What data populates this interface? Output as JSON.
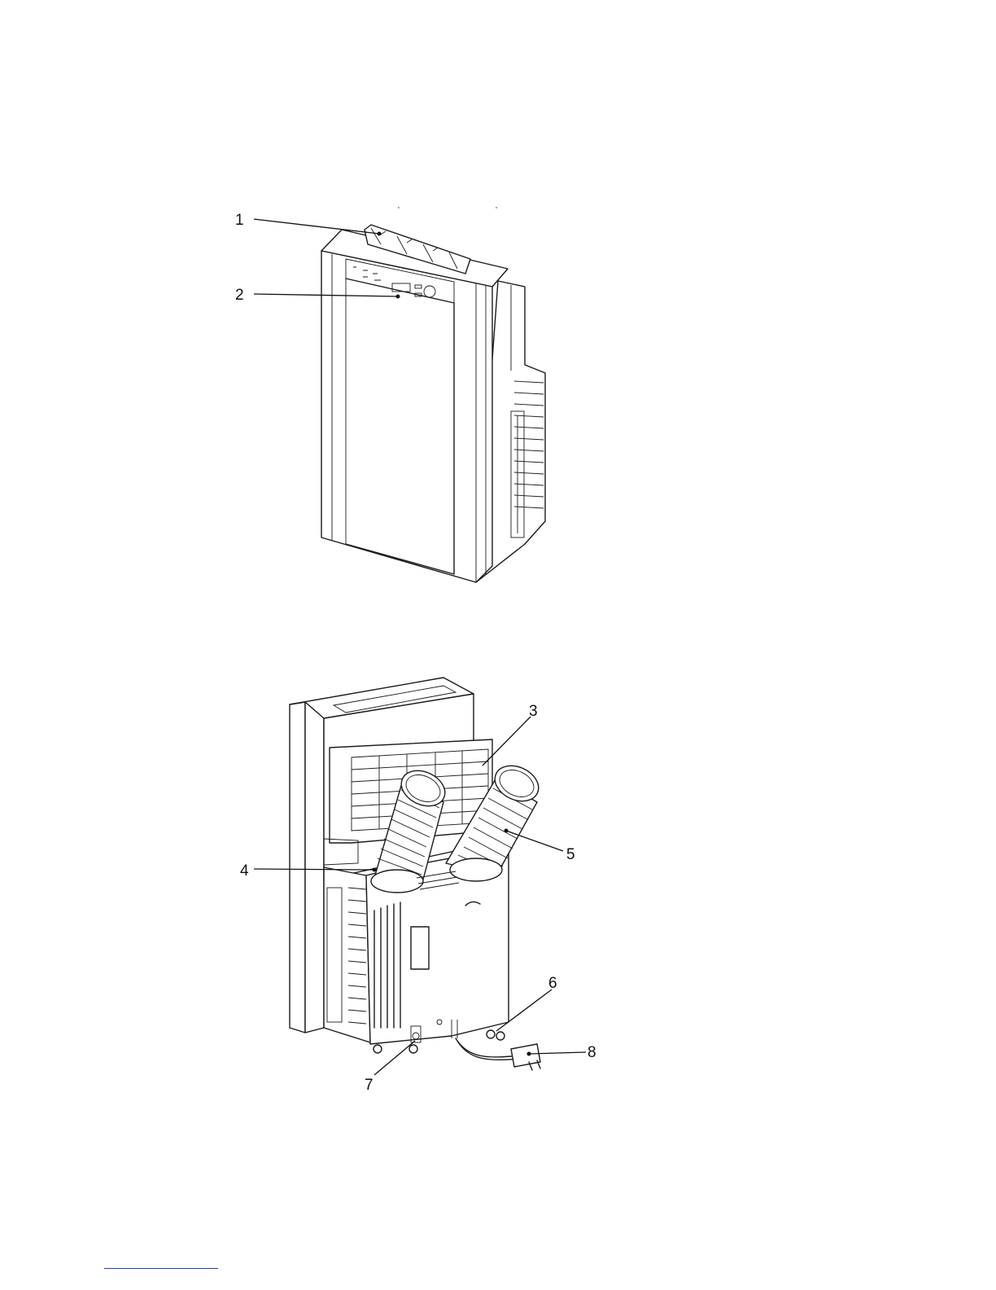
{
  "figure": {
    "callouts": [
      {
        "id": "1",
        "label": "1"
      },
      {
        "id": "2",
        "label": "2"
      },
      {
        "id": "3",
        "label": "3"
      },
      {
        "id": "4",
        "label": "4"
      },
      {
        "id": "5",
        "label": "5"
      },
      {
        "id": "6",
        "label": "6"
      },
      {
        "id": "7",
        "label": "7"
      },
      {
        "id": "8",
        "label": "8"
      }
    ]
  },
  "colors": {
    "line": "#1a1a1a",
    "footer_rule": "#1f3fbf"
  }
}
